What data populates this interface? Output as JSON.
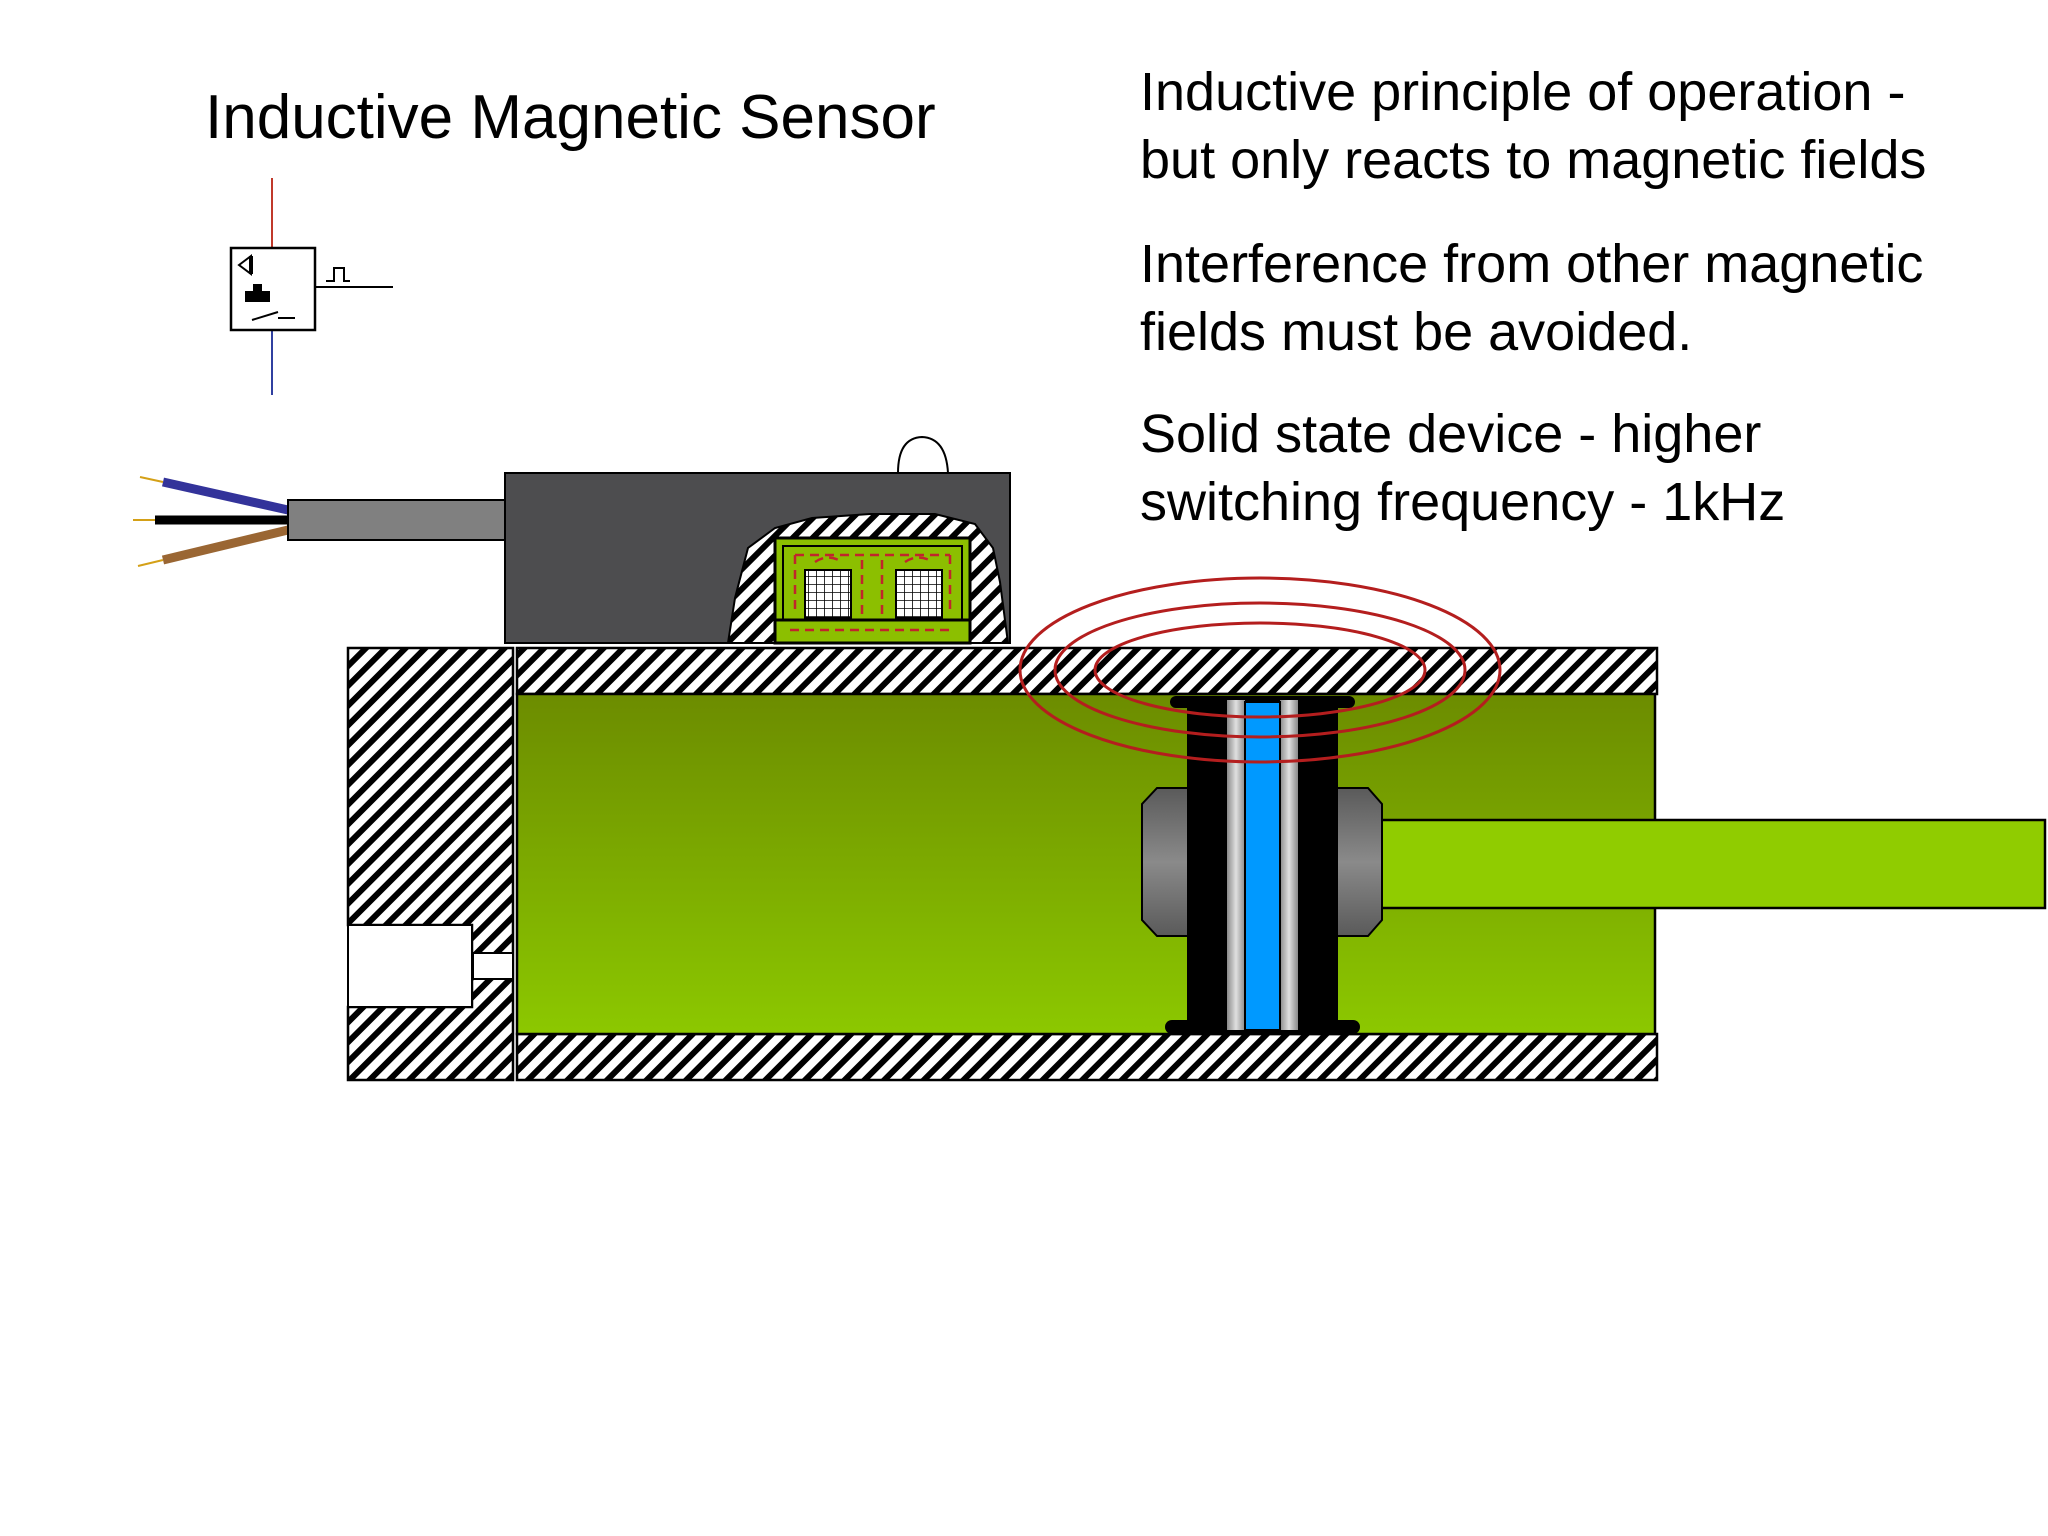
{
  "title": "Inductive Magnetic Sensor",
  "notes": [
    {
      "line1": "Inductive principle of operation -",
      "line2": "but only reacts to magnetic fields"
    },
    {
      "line1": "Interference from other magnetic",
      "line2": "fields must be avoided."
    },
    {
      "line1": "Solid state device - higher",
      "line2": "switching frequency  - 1kHz"
    }
  ],
  "colors": {
    "piston_green_top": "#6c8c00",
    "piston_green_bottom": "#8cc800",
    "rod_green": "#90cc00",
    "sensor_body": "#4d4d4f",
    "cable_grey": "#808080",
    "wire_blue": "#33339a",
    "wire_black": "#000000",
    "wire_brown": "#9a6633",
    "magnet_blue": "#0099ff",
    "field_lines": "#b41e1e",
    "symbol_red": "#c0392b",
    "symbol_blue": "#3040a0"
  },
  "icons": [
    "inductive-sensor-symbol-icon",
    "magnet-icon",
    "switch-contact-icon",
    "pulse-output-icon"
  ]
}
